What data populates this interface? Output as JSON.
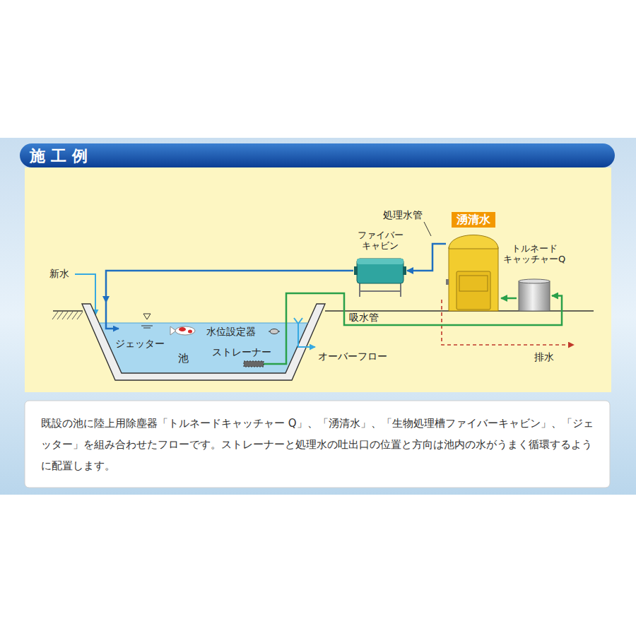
{
  "diagram": {
    "title": "施工例",
    "caption": "既設の池に陸上用除塵器「トルネードキャッチャー Q」、「湧清水」、「生物処理槽ファイバーキャビン」、「ジェッター」を組み合わせたフローです。ストレーナーと処理水の吐出口の位置と方向は池内の水がうまく循環するように配置します。",
    "nodes": [
      {
        "text": [
          "池"
        ]
      },
      {
        "text": [
          "ファイバー キャビン"
        ]
      },
      {
        "text": [
          "湧清水"
        ]
      },
      {
        "text": [
          "トルネード キャッチャーQ"
        ]
      }
    ],
    "edges": [
      {
        "from": 0,
        "to": 3,
        "label": "吸水管",
        "arrow": "to"
      },
      {
        "from": 3,
        "to": 2,
        "arrow": "to"
      },
      {
        "from": 2,
        "to": 1,
        "label": "処理水管",
        "arrow": "to"
      },
      {
        "from": 1,
        "to": 0,
        "arrow": "to"
      }
    ],
    "labels": [
      "新水",
      "ジェッター",
      "水位設定器",
      "ストレーナー",
      "オーバーフロー",
      "排水"
    ]
  }
}
